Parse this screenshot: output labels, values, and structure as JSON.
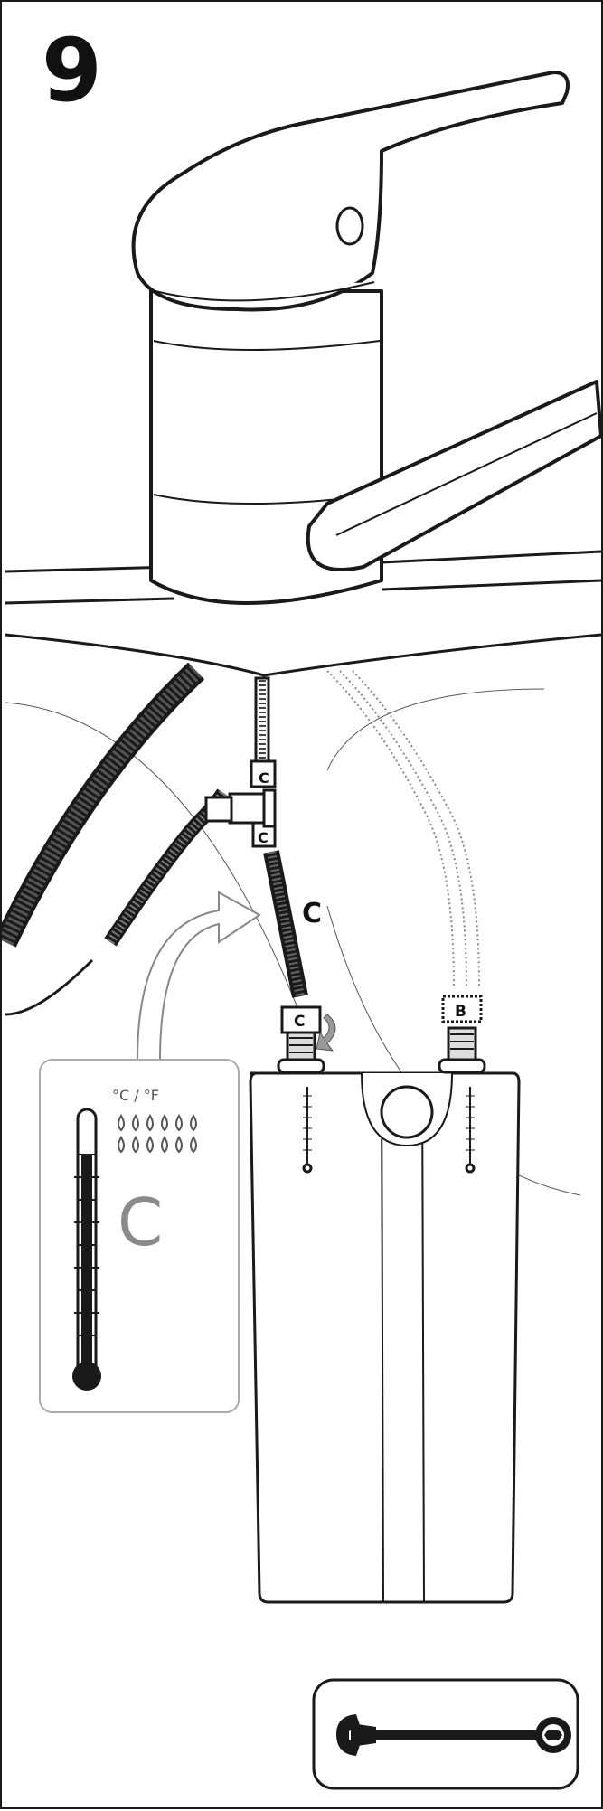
{
  "step": {
    "number": "9"
  },
  "labels": {
    "pipe_label": "C",
    "connector_c_top": "C",
    "connector_c_mid": "C",
    "connector_c_heater": "C",
    "connector_b": "B"
  },
  "temperature_panel": {
    "unit_label": "°C / °F",
    "water_drops_count": 12,
    "setting_letter": "C"
  },
  "tool_box": {
    "tool": "wrench-icon"
  },
  "colors": {
    "line": "#1a1a1a",
    "dotted_hose": "#888888",
    "panel_border": "#aaaaaa",
    "setting_letter": "#8a8a8a",
    "arrow_fill": "#ffffff"
  }
}
